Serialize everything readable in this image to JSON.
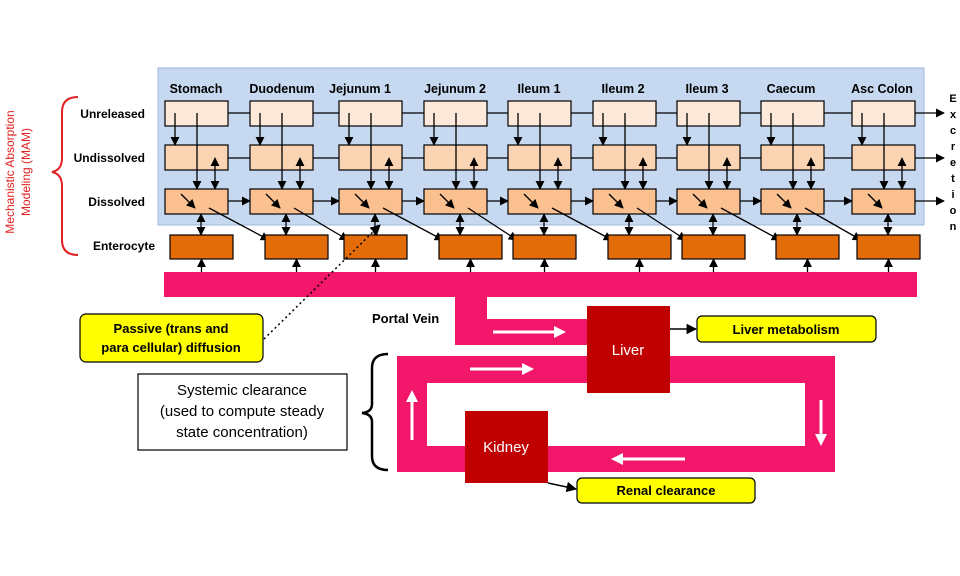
{
  "compartments": [
    "Stomach",
    "Duodenum",
    "Jejunum 1",
    "Jejunum 2",
    "Ileum 1",
    "Ileum 2",
    "Ileum 3",
    "Caecum",
    "Asc Colon"
  ],
  "rows": [
    "Unreleased",
    "Undissolved",
    "Dissolved",
    "Enterocyte"
  ],
  "excretion_letters": [
    "E",
    "x",
    "c",
    "r",
    "e",
    "t",
    "i",
    "o",
    "n"
  ],
  "mam_label": [
    "Mechanistic Absorption",
    "Modeling (MAM)"
  ],
  "portal_vein": "Portal Vein",
  "liver": "Liver",
  "kidney": "Kidney",
  "liver_metabolism": "Liver metabolism",
  "renal_clearance": "Renal clearance",
  "passive_diffusion": [
    "Passive (trans and",
    "para cellular) diffusion"
  ],
  "systemic_clearance": [
    "Systemic clearance",
    "(used to compute steady",
    "state concentration)"
  ],
  "colors": {
    "panel": "#c6d9f1",
    "unreleased": "#fde9d9",
    "undissolved": "#fbd4b4",
    "dissolved": "#fac090",
    "enterocyte": "#e36c09",
    "blood": "#f2176a",
    "organ": "#c00000",
    "callout": "#ffff00",
    "mam": "#e02020"
  }
}
